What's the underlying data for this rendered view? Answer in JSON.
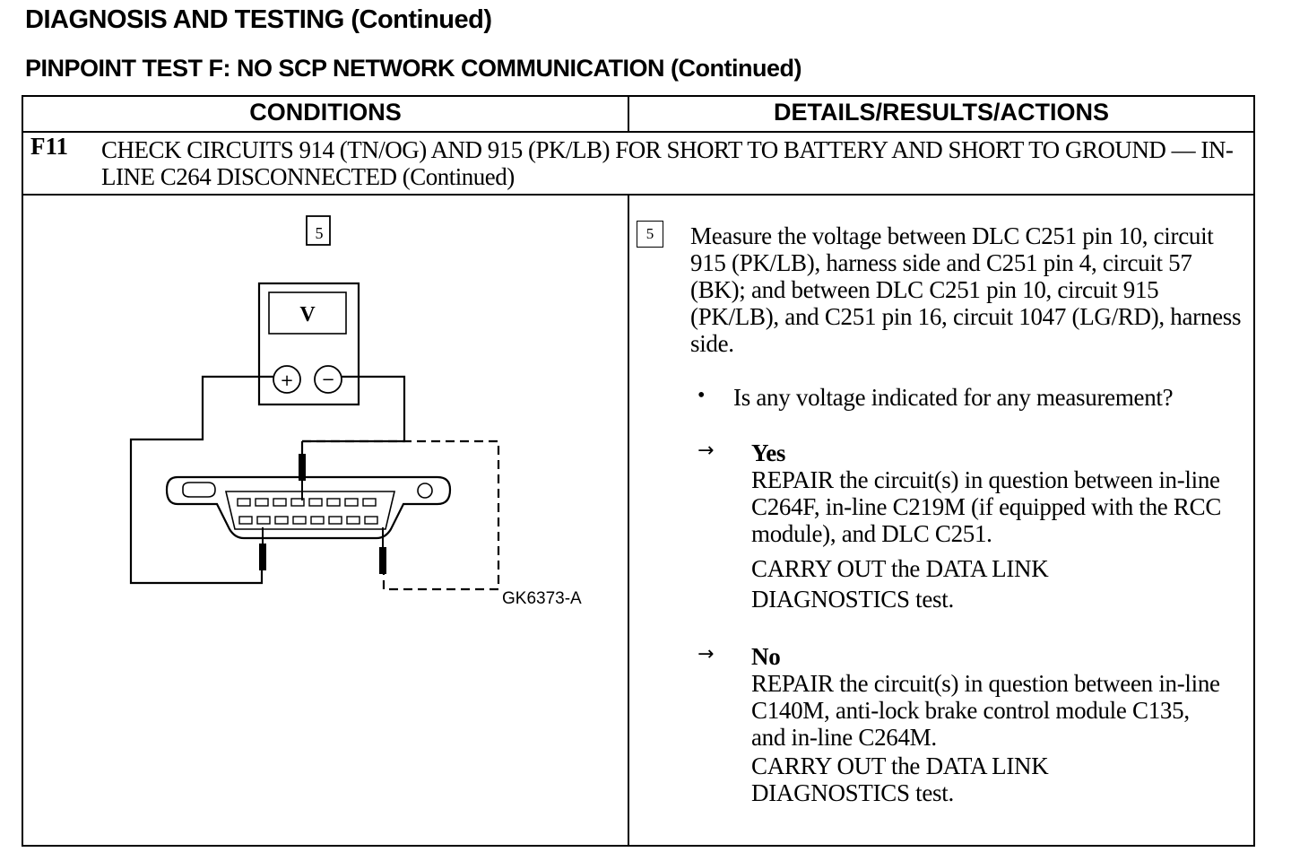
{
  "header": {
    "title": "DIAGNOSIS AND TESTING (Continued)",
    "subtitle": "PINPOINT TEST F:  NO SCP NETWORK COMMUNICATION (Continued)"
  },
  "table": {
    "col_conditions": "CONDITIONS",
    "col_details": "DETAILS/RESULTS/ACTIONS",
    "step_id": "F11",
    "step_title": "CHECK CIRCUITS 914 (TN/OG) AND 915 (PK/LB) FOR SHORT TO BATTERY AND SHORT TO GROUND — IN-LINE C264 DISCONNECTED (Continued)"
  },
  "figure": {
    "step_marker": "5",
    "meter_label": "V",
    "plus_symbol": "+",
    "minus_symbol": "−",
    "figure_id": "GK6373-A"
  },
  "details": {
    "step_marker": "5",
    "instruction": "Measure the voltage between DLC C251 pin 10, circuit 915 (PK/LB), harness side and C251 pin 4, circuit 57 (BK); and between DLC C251 pin 10, circuit 915 (PK/LB), and C251 pin 16, circuit 1047 (LG/RD), harness side.",
    "bullet_symbol": "•",
    "question": "Is any voltage indicated for any measurement?",
    "arrow_symbol": "→",
    "yes": {
      "label": "Yes",
      "action": "REPAIR the circuit(s) in question between in-line C264F, in-line C219M (if equipped with the RCC module), and DLC C251.",
      "followup": "CARRY OUT the DATA LINK DIAGNOSTICS test."
    },
    "no": {
      "label": "No",
      "action": "REPAIR the circuit(s) in question between in-line C140M, anti-lock brake control module C135, and in-line C264M.",
      "followup": "CARRY OUT the DATA LINK DIAGNOSTICS test."
    }
  }
}
